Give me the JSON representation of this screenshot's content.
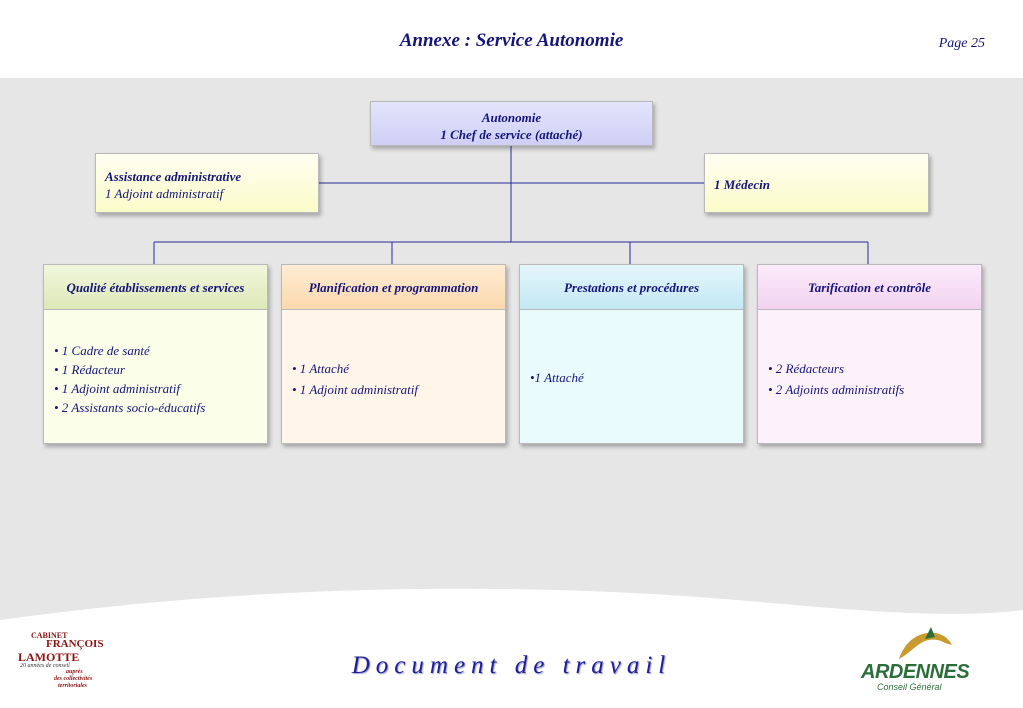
{
  "header": {
    "title": "Annexe : Service Autonomie",
    "page": "Page 25"
  },
  "org": {
    "top": {
      "title": "Autonomie",
      "subtitle": "1 Chef de service (attaché)"
    },
    "assistance": {
      "title": "Assistance administrative",
      "subtitle": "1 Adjoint administratif"
    },
    "medecin": {
      "title": "1 Médecin"
    },
    "departments": [
      {
        "title": "Qualité établissements et services",
        "items": [
          "• 1 Cadre de santé",
          "• 1 Rédacteur",
          "• 1 Adjoint administratif",
          "• 2 Assistants socio-éducatifs"
        ]
      },
      {
        "title": "Planification et programmation",
        "items": [
          "• 1 Attaché",
          "• 1 Adjoint administratif"
        ]
      },
      {
        "title": "Prestations et procédures",
        "items": [
          "•1 Attaché"
        ]
      },
      {
        "title": "Tarification et contrôle",
        "items": [
          "• 2 Rédacteurs",
          "• 2 Adjoints administratifs"
        ]
      }
    ]
  },
  "footer": {
    "document_label": "Document de travail",
    "cabinet": {
      "line1": "CABINET",
      "line2": "FRANÇOIS",
      "line3": "LAMOTTE",
      "line4": "20 années de conseil",
      "line5": "auprès",
      "line6": "des collectivités",
      "line7": "territoriales"
    },
    "logo": {
      "name": "ARDENNES",
      "subtitle": "Conseil Général"
    }
  },
  "colors": {
    "text": "#15157a",
    "line": "#2a2a9a",
    "band": "#e6e6e6"
  }
}
